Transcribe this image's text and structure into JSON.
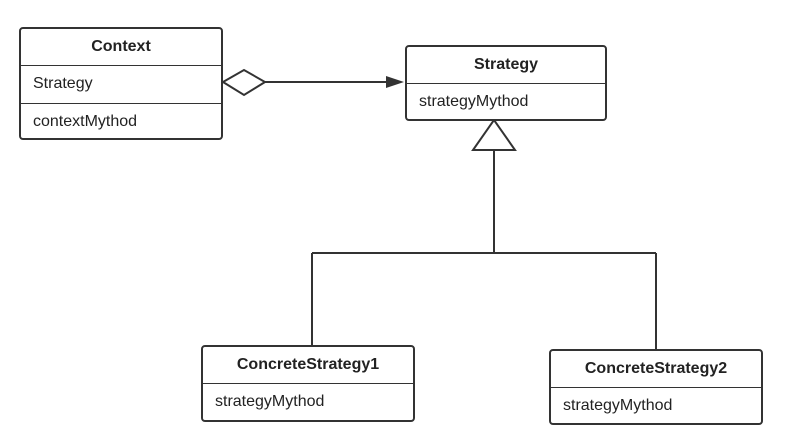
{
  "classes": {
    "context": {
      "name": "Context",
      "attribute": "Strategy",
      "method": "contextMythod"
    },
    "strategy": {
      "name": "Strategy",
      "method": "strategyMythod"
    },
    "concrete_strategy_1": {
      "name": "ConcreteStrategy1",
      "method": "strategyMythod"
    },
    "concrete_strategy_2": {
      "name": "ConcreteStrategy2",
      "method": "strategyMythod"
    }
  },
  "relationships": [
    {
      "type": "aggregation",
      "from": "Context",
      "to": "Strategy"
    },
    {
      "type": "generalization",
      "from": "ConcreteStrategy1",
      "to": "Strategy"
    },
    {
      "type": "generalization",
      "from": "ConcreteStrategy2",
      "to": "Strategy"
    }
  ],
  "colors": {
    "line": "#333333",
    "background": "#ffffff"
  }
}
